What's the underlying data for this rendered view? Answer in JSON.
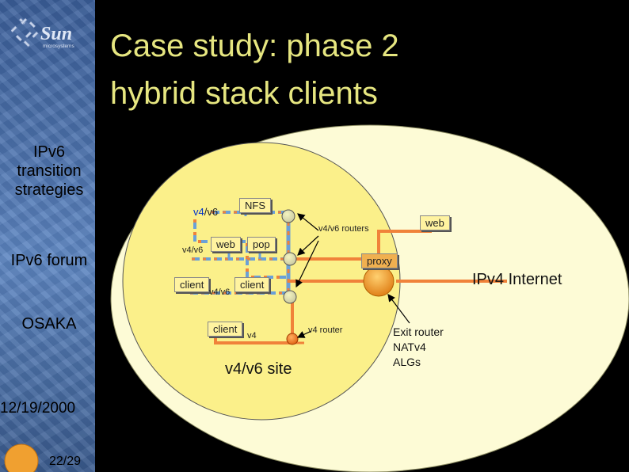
{
  "title": {
    "line1": "Case study: phase 2",
    "line2": "hybrid stack clients"
  },
  "sidebar": {
    "logo_text": "Sun",
    "logo_sub": "microsystems",
    "section1": "IPv6 transition strategies",
    "section2": "IPv6 forum",
    "section3": "OSAKA",
    "date": "12/19/2000",
    "page": "22/29"
  },
  "diagram": {
    "internet_label": "IPv4 Internet",
    "site_label": "v4/v6 site",
    "exit_router": [
      "Exit router",
      "NATv4",
      "ALGs"
    ],
    "nodes": {
      "nfs": "NFS",
      "nfs_tag_a": "v4",
      "nfs_tag_b": "/v6",
      "web_inner": "web",
      "pop": "pop",
      "web_tag": "v4/v6",
      "client1": "client",
      "client2": "client",
      "client2_tag": "v4/v6",
      "client3": "client",
      "client3_tag": "v4",
      "routers": "v4/v6 routers",
      "v4_router": "v4 router",
      "web_outer": "web",
      "proxy": "proxy"
    }
  }
}
